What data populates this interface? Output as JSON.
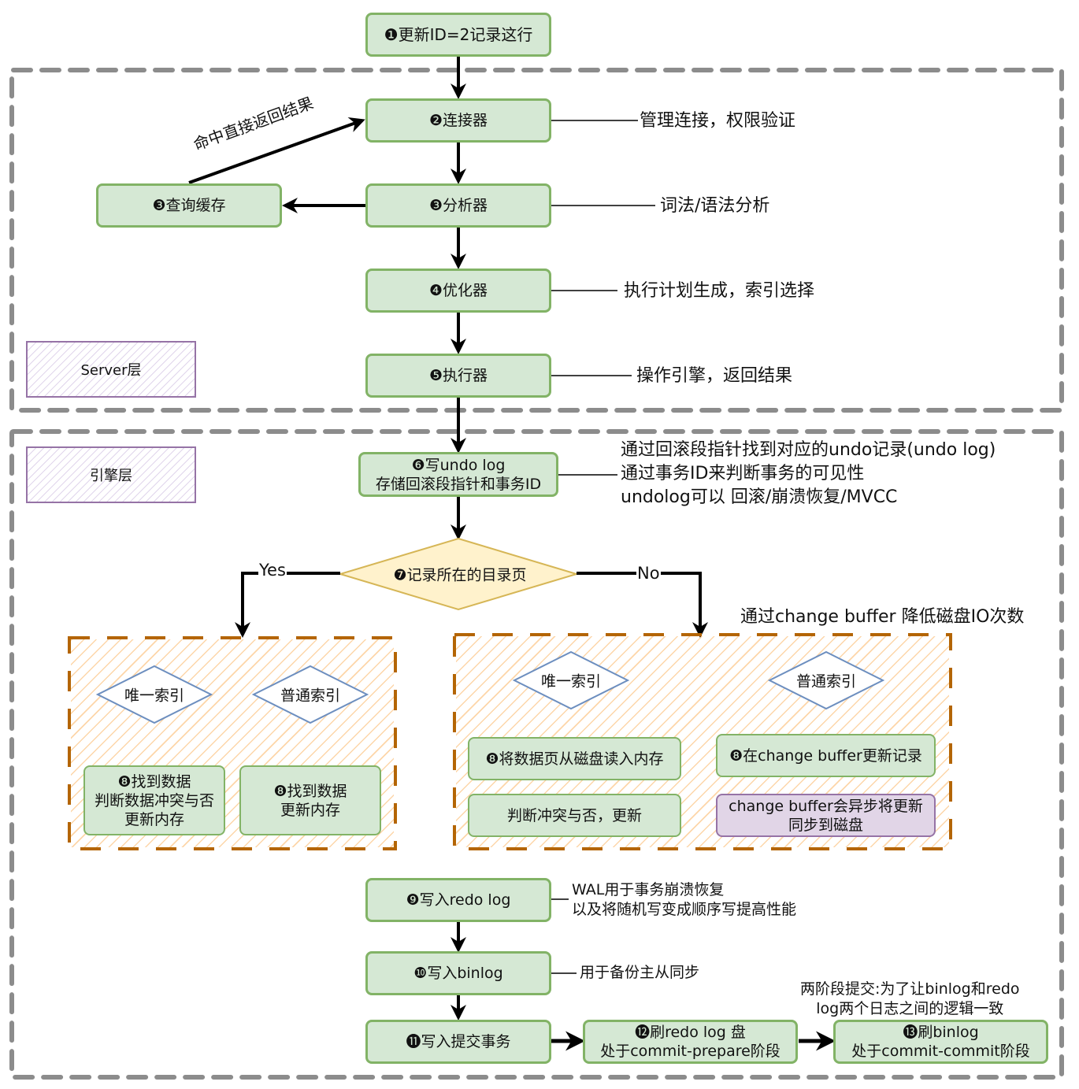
{
  "title": "MySQL update statement execution flow",
  "colors": {
    "node_fill": "#d5e8d4",
    "node_border": "#82b366",
    "decision_fill": "#fff2cc",
    "decision_border": "#d6b656",
    "layer_border": "#999999",
    "branch_border": "#b46504",
    "hatch": "#fcc88c",
    "purple_fill": "#e1d5e7",
    "purple_border": "#9673a6",
    "index_diamond_border": "#6c8ebf"
  },
  "layers": {
    "server": "Server层",
    "engine": "引擎层"
  },
  "steps": {
    "s1": "❶更新ID=2记录这行",
    "s2": "❷连接器",
    "s3_cache": "❸查询缓存",
    "s3_parser": "❸分析器",
    "s4": "❹优化器",
    "s5": "❺执行器",
    "s6_line1": "❻写undo log",
    "s6_line2": "存储回滚段指针和事务ID",
    "s7": "❼记录所在的目录页",
    "s9": "❾写入redo log",
    "s10": "❿写入binlog",
    "s11": "⓫写入提交事务",
    "s12_line1": "⓬刷redo log 盘",
    "s12_line2": "处于commit-prepare阶段",
    "s13_line1": "⓭刷binlog",
    "s13_line2": "处于commit-commit阶段"
  },
  "edge_labels": {
    "cache_hit": "命中直接返回结果",
    "yes": "Yes",
    "no": "No"
  },
  "notes": {
    "connector": "管理连接，权限验证",
    "parser": "词法/语法分析",
    "optimizer": "执行计划生成，索引选择",
    "executor": "操作引擎，返回结果",
    "undo_1": "通过回滚段指针找到对应的undo记录(undo log)",
    "undo_2": "通过事务ID来判断事务的可见性",
    "undo_3": "undolog可以 回滚/崩溃恢复/MVCC",
    "change_buffer": "通过change buffer 降低磁盘IO次数",
    "redo_1": "WAL用于事务崩溃恢复",
    "redo_2": "以及将随机写变成顺序写提高性能",
    "binlog": "用于备份主从同步",
    "two_phase_1": "两阶段提交:为了让binlog和redo",
    "two_phase_2": "log两个日志之间的逻辑一致"
  },
  "yes_branch": {
    "unique_index": "唯一索引",
    "normal_index": "普通索引",
    "unique_action_1": "❽找到数据",
    "unique_action_2": "判断数据冲突与否",
    "unique_action_3": "更新内存",
    "normal_action_1": "❽找到数据",
    "normal_action_2": "更新内存"
  },
  "no_branch": {
    "unique_index": "唯一索引",
    "normal_index": "普通索引",
    "unique_action_1": "❽将数据页从磁盘读入内存",
    "unique_action_2": "判断冲突与否，更新",
    "normal_action_1": "❽在change buffer更新记录",
    "normal_action_2_line1": "change buffer会异步将更新",
    "normal_action_2_line2": "同步到磁盘"
  }
}
